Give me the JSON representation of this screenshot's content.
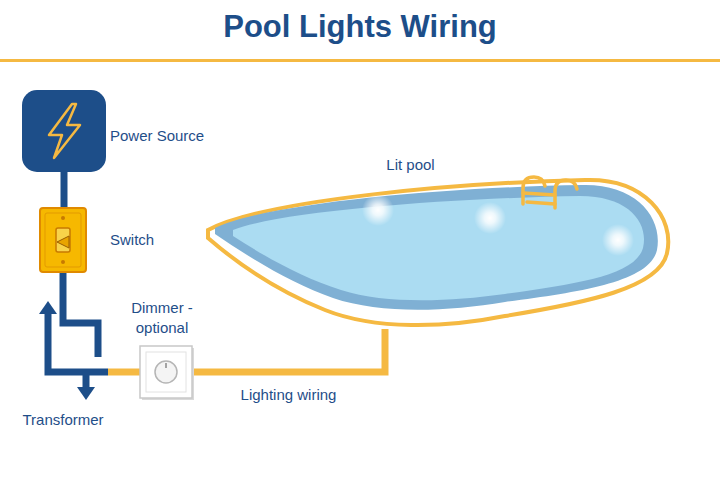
{
  "diagram": {
    "title": "Pool Lights Wiring",
    "nodes": [
      {
        "text": [
          "Power Source"
        ]
      },
      {
        "text": [
          "Switch"
        ]
      },
      {
        "text": [
          "Transformer"
        ]
      },
      {
        "text": [
          "Dimmer - optional"
        ]
      },
      {
        "text": [
          "Lit pool"
        ]
      }
    ],
    "edges": [
      {
        "from": 0,
        "to": 1,
        "arrow": "none"
      },
      {
        "from": 1,
        "to": 2,
        "arrow": "none"
      },
      {
        "from": 2,
        "to": 3,
        "arrow": "none"
      },
      {
        "from": 3,
        "to": 4,
        "arrow": "none",
        "label": "Lighting wiring"
      }
    ]
  }
}
